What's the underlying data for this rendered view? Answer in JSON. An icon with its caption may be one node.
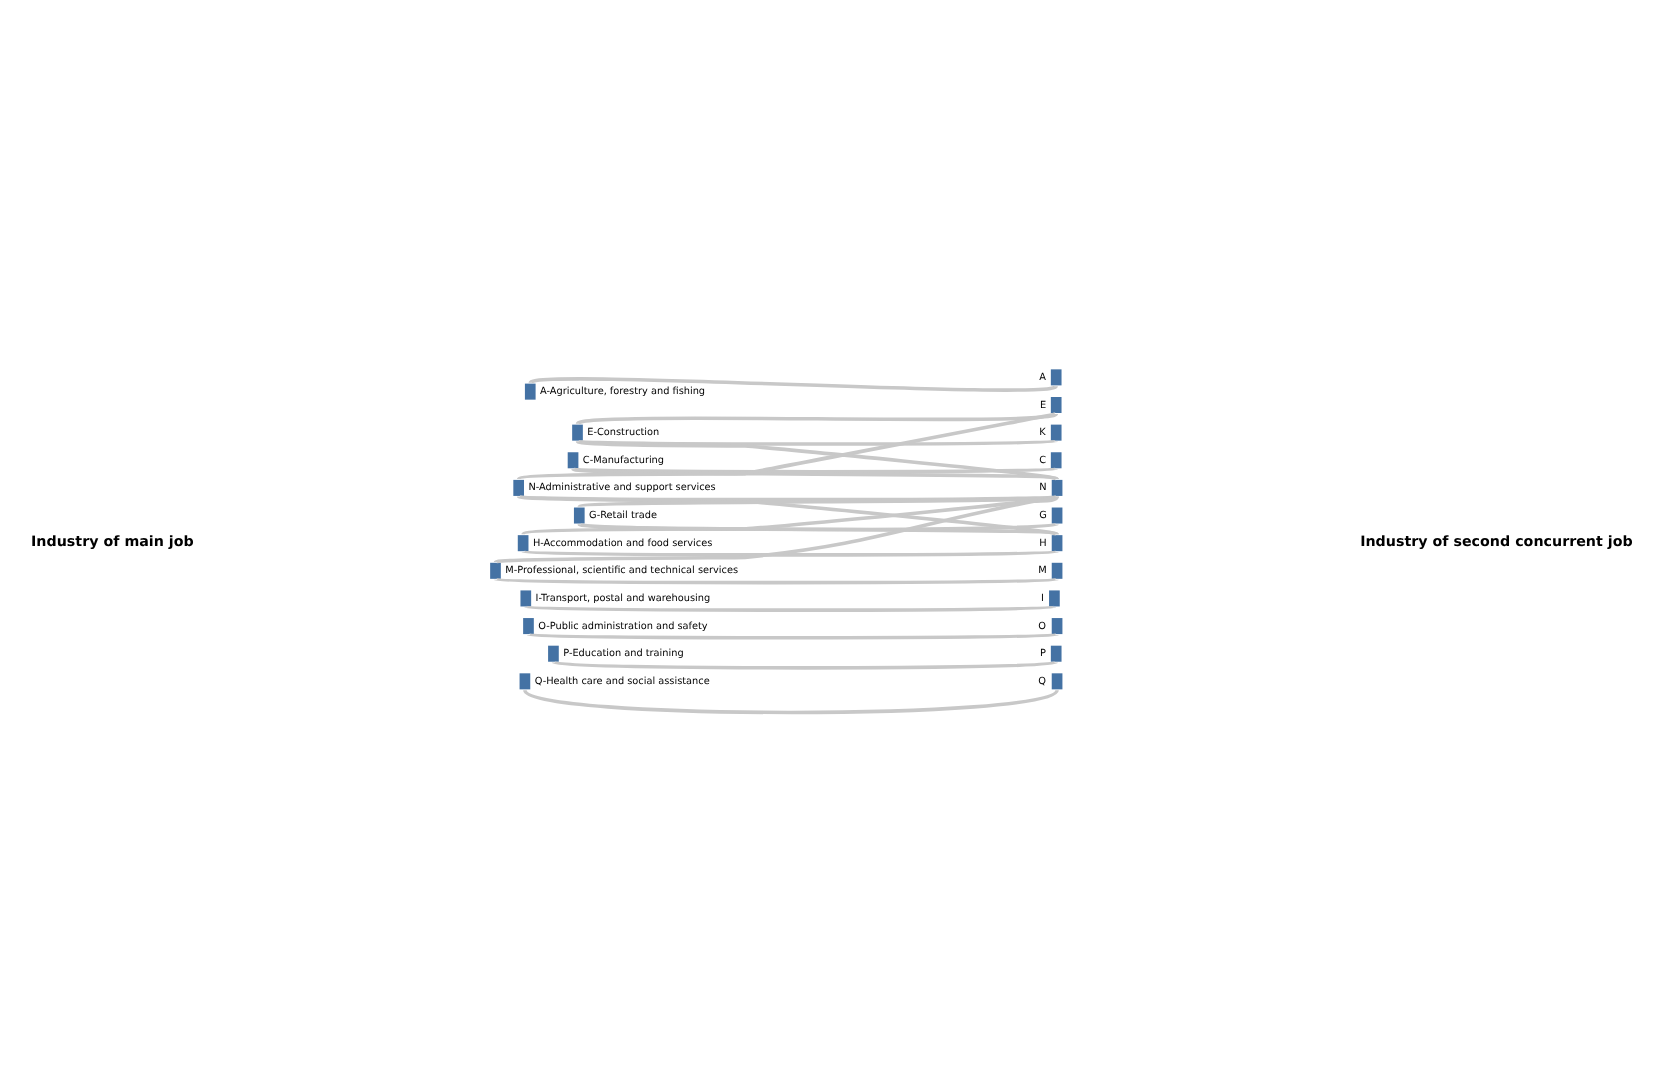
{
  "diagram": {
    "nodes": [
      {
        "text": [
          "A-Agriculture, forestry and fishing"
        ]
      },
      {
        "text": [
          "E-Construction"
        ]
      },
      {
        "text": [
          "C-Manufacturing"
        ]
      },
      {
        "text": [
          "N-Administrative and support services"
        ]
      },
      {
        "text": [
          "G-Retail trade"
        ]
      },
      {
        "text": [
          "H-Accommodation and food services"
        ]
      },
      {
        "text": [
          "M-Professional, scientific and technical services"
        ]
      },
      {
        "text": [
          "I-Transport, postal and warehousing"
        ]
      },
      {
        "text": [
          "O-Public administration and safety"
        ]
      },
      {
        "text": [
          "P-Education and training"
        ]
      },
      {
        "text": [
          "Q-Health care and social assistance"
        ]
      },
      {
        "text": [
          "A"
        ]
      },
      {
        "text": [
          "E"
        ]
      },
      {
        "text": [
          "K"
        ]
      },
      {
        "text": [
          "C"
        ]
      },
      {
        "text": [
          "N"
        ]
      },
      {
        "text": [
          "G"
        ]
      },
      {
        "text": [
          "H"
        ]
      },
      {
        "text": [
          "M"
        ]
      },
      {
        "text": [
          "I"
        ]
      },
      {
        "text": [
          "O"
        ]
      },
      {
        "text": [
          "P"
        ]
      },
      {
        "text": [
          "Q"
        ]
      }
    ],
    "edges": [
      {
        "from": 0,
        "to": 11,
        "arrow": "none"
      },
      {
        "from": 1,
        "to": 12,
        "arrow": "none"
      },
      {
        "from": 1,
        "to": 13,
        "arrow": "none"
      },
      {
        "from": 1,
        "to": 15,
        "arrow": "none"
      },
      {
        "from": 2,
        "to": 14,
        "arrow": "none"
      },
      {
        "from": 2,
        "to": 15,
        "arrow": "none"
      },
      {
        "from": 3,
        "to": 12,
        "arrow": "none"
      },
      {
        "from": 3,
        "to": 15,
        "arrow": "none"
      },
      {
        "from": 3,
        "to": 17,
        "arrow": "none"
      },
      {
        "from": 4,
        "to": 15,
        "arrow": "none"
      },
      {
        "from": 4,
        "to": 16,
        "arrow": "none"
      },
      {
        "from": 4,
        "to": 17,
        "arrow": "none"
      },
      {
        "from": 5,
        "to": 15,
        "arrow": "none"
      },
      {
        "from": 5,
        "to": 17,
        "arrow": "none"
      },
      {
        "from": 6,
        "to": 15,
        "arrow": "none"
      },
      {
        "from": 6,
        "to": 18,
        "arrow": "none"
      },
      {
        "from": 7,
        "to": 19,
        "arrow": "none"
      },
      {
        "from": 8,
        "to": 20,
        "arrow": "none"
      },
      {
        "from": 9,
        "to": 21,
        "arrow": "none"
      },
      {
        "from": 10,
        "to": 22,
        "arrow": "none"
      }
    ],
    "labels": [
      "Industry of main job",
      "Industry of second concurrent job"
    ]
  }
}
